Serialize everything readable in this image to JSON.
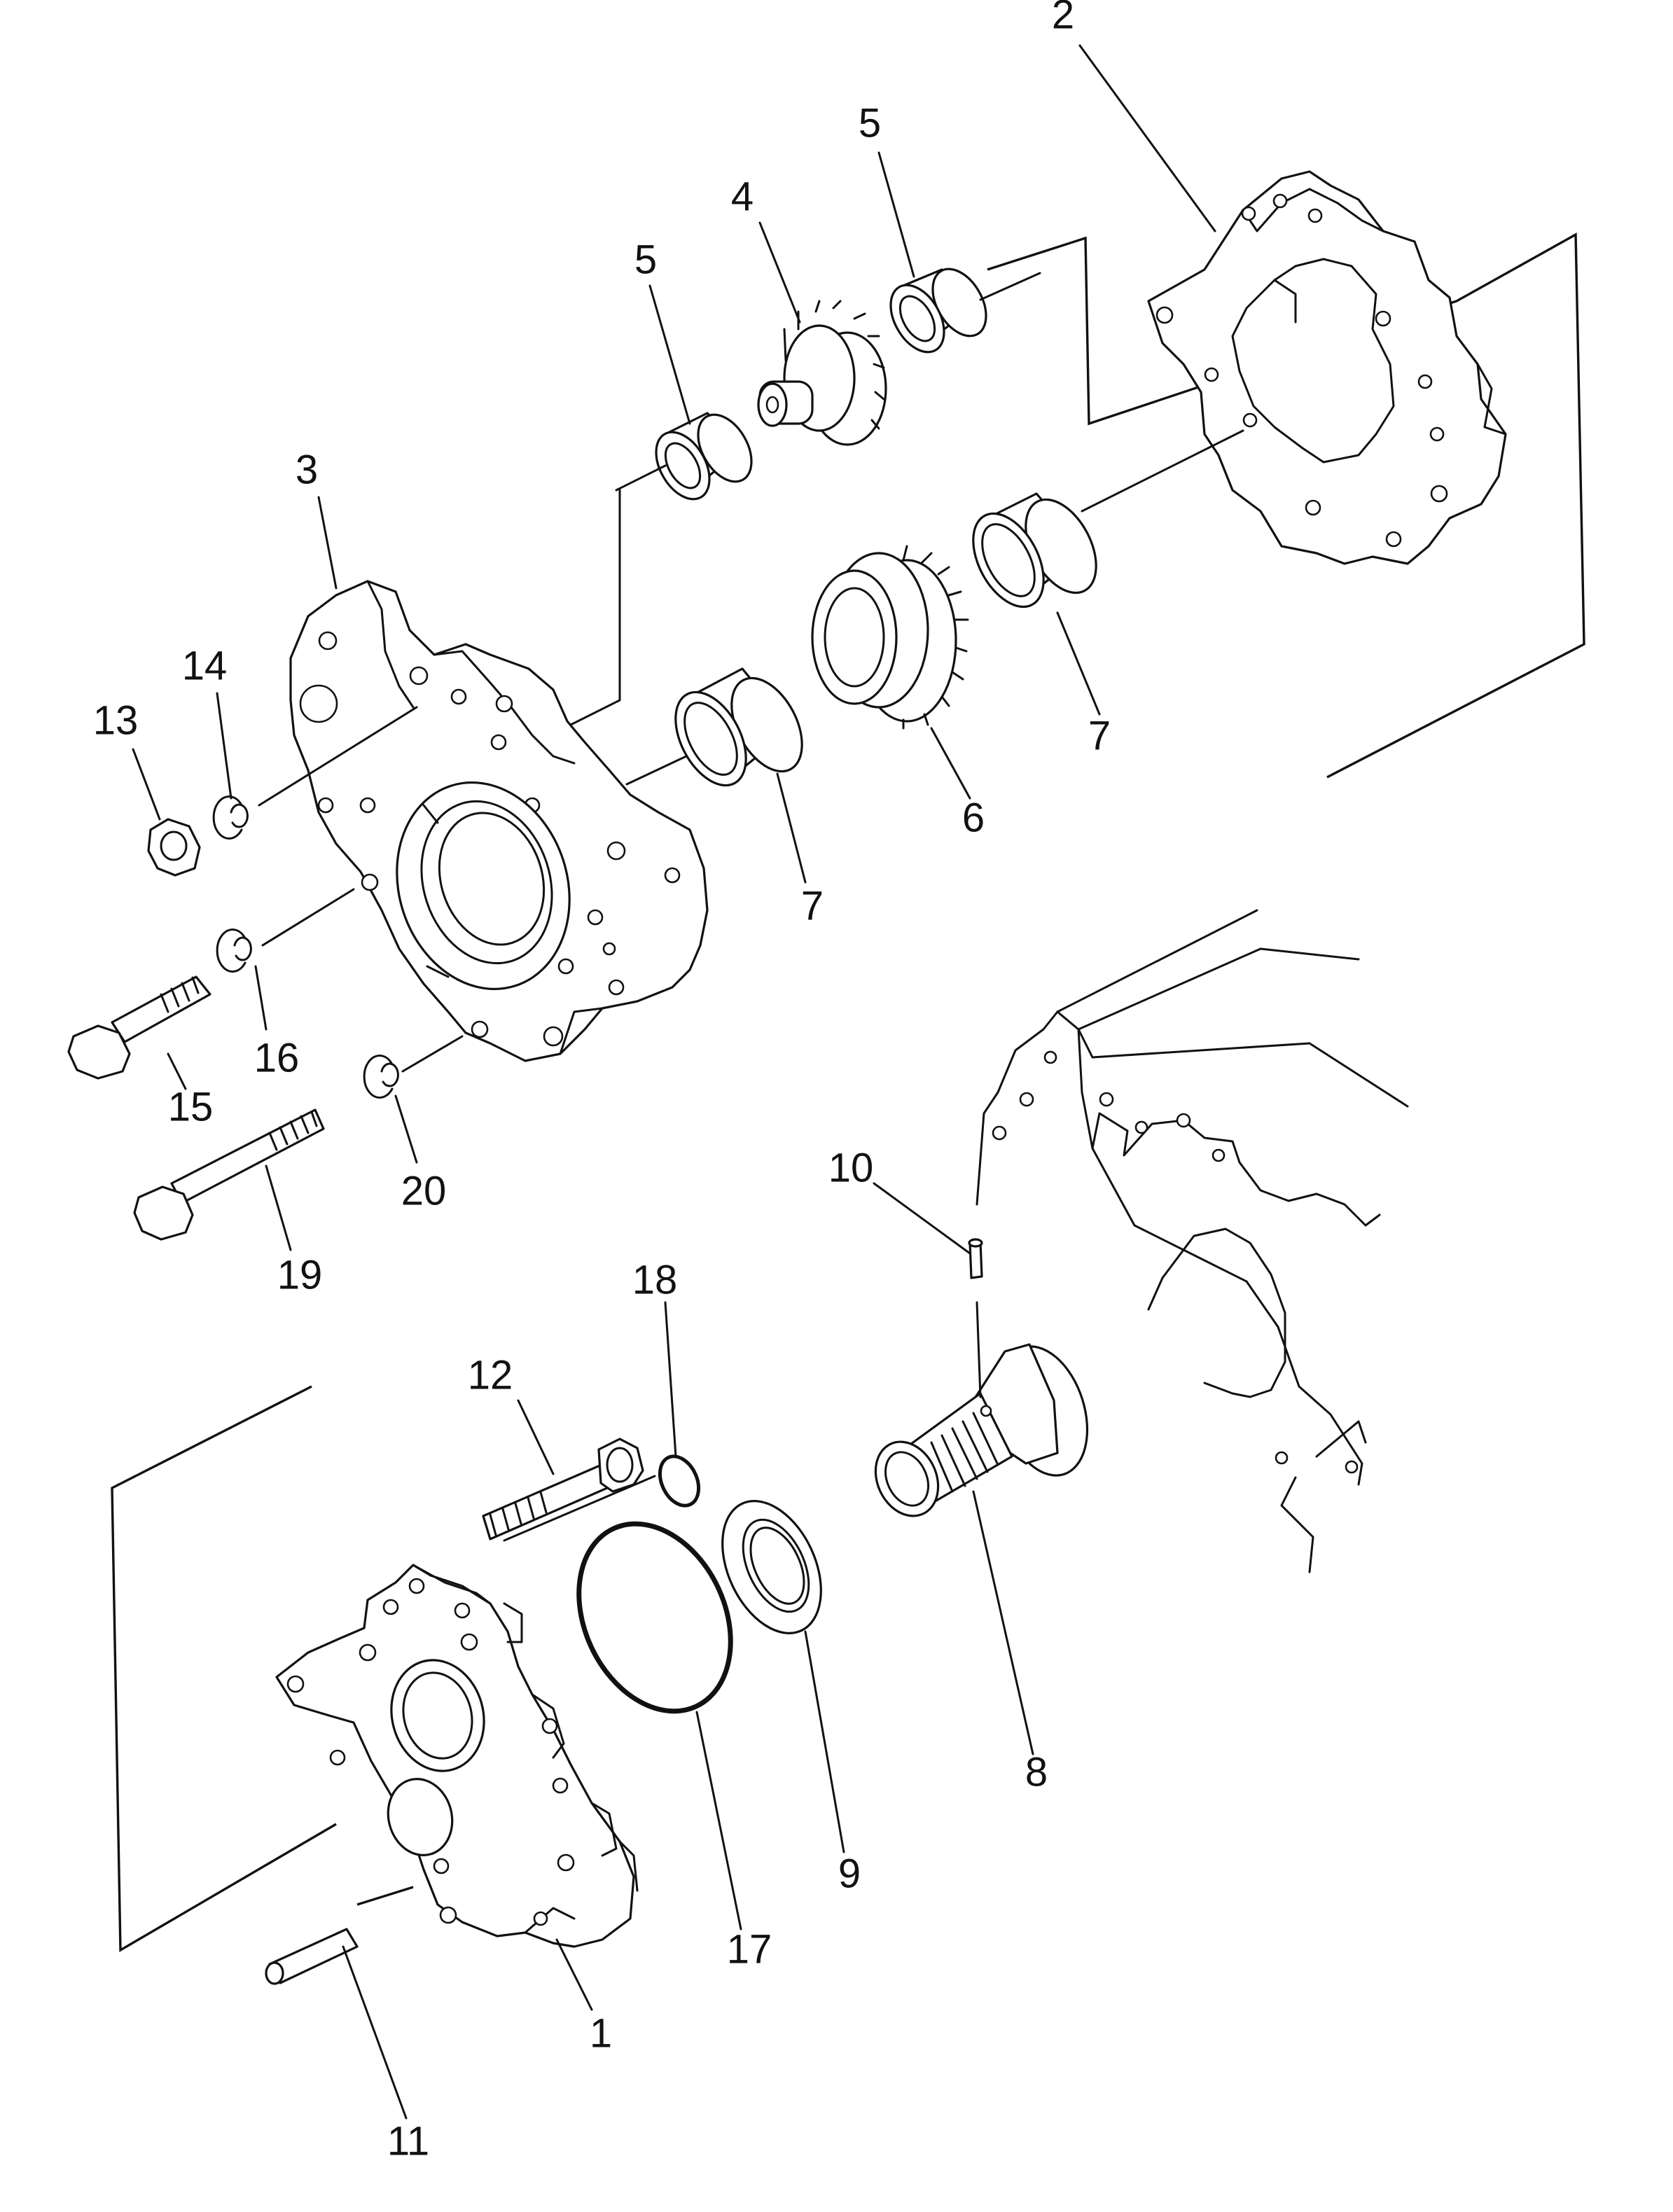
{
  "callouts": [
    {
      "id": "1",
      "text": "1"
    },
    {
      "id": "2",
      "text": "2"
    },
    {
      "id": "3",
      "text": "3"
    },
    {
      "id": "4",
      "text": "4"
    },
    {
      "id": "5a",
      "text": "5"
    },
    {
      "id": "5b",
      "text": "5"
    },
    {
      "id": "6",
      "text": "6"
    },
    {
      "id": "7a",
      "text": "7"
    },
    {
      "id": "7b",
      "text": "7"
    },
    {
      "id": "8",
      "text": "8"
    },
    {
      "id": "9",
      "text": "9"
    },
    {
      "id": "10",
      "text": "10"
    },
    {
      "id": "11",
      "text": "11"
    },
    {
      "id": "12",
      "text": "12"
    },
    {
      "id": "13",
      "text": "13"
    },
    {
      "id": "14",
      "text": "14"
    },
    {
      "id": "15",
      "text": "15"
    },
    {
      "id": "16",
      "text": "16"
    },
    {
      "id": "17",
      "text": "17"
    },
    {
      "id": "18",
      "text": "18"
    },
    {
      "id": "19",
      "text": "19"
    },
    {
      "id": "20",
      "text": "20"
    }
  ]
}
